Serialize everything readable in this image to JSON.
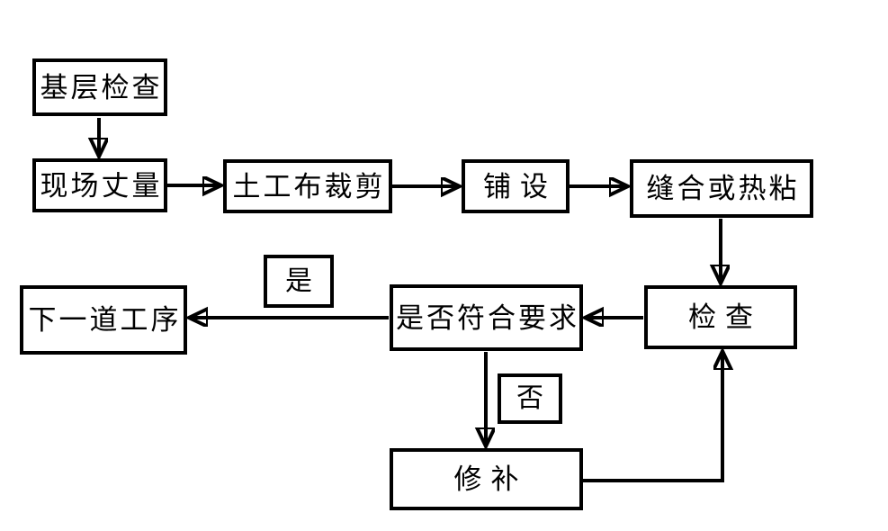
{
  "diagram": {
    "type": "flowchart",
    "nodes": [
      {
        "id": "base-check",
        "label": "基层检查"
      },
      {
        "id": "site-measure",
        "label": "现场丈量"
      },
      {
        "id": "geotextile-cut",
        "label": "土工布裁剪"
      },
      {
        "id": "laying",
        "label": "铺设"
      },
      {
        "id": "sew-or-heatbond",
        "label": "缝合或热粘"
      },
      {
        "id": "inspect",
        "label": "检查"
      },
      {
        "id": "meets-requirements",
        "label": "是否符合要求"
      },
      {
        "id": "next-process",
        "label": "下一道工序"
      },
      {
        "id": "repair",
        "label": "修补"
      },
      {
        "id": "yes-tag",
        "label": "是"
      },
      {
        "id": "no-tag",
        "label": "否"
      }
    ],
    "edges": [
      {
        "from": "基层检查",
        "to": "现场丈量",
        "label": ""
      },
      {
        "from": "现场丈量",
        "to": "土工布裁剪",
        "label": ""
      },
      {
        "from": "土工布裁剪",
        "to": "铺设",
        "label": ""
      },
      {
        "from": "铺设",
        "to": "缝合或热粘",
        "label": ""
      },
      {
        "from": "缝合或热粘",
        "to": "检查",
        "label": ""
      },
      {
        "from": "检查",
        "to": "是否符合要求",
        "label": ""
      },
      {
        "from": "是否符合要求",
        "to": "下一道工序",
        "label": "是"
      },
      {
        "from": "是否符合要求",
        "to": "修补",
        "label": "否"
      },
      {
        "from": "修补",
        "to": "检查",
        "label": ""
      }
    ]
  },
  "colors": {
    "line": "#000000",
    "box_border": "#000000",
    "box_fill": "#ffffff",
    "background": "#ffffff"
  }
}
